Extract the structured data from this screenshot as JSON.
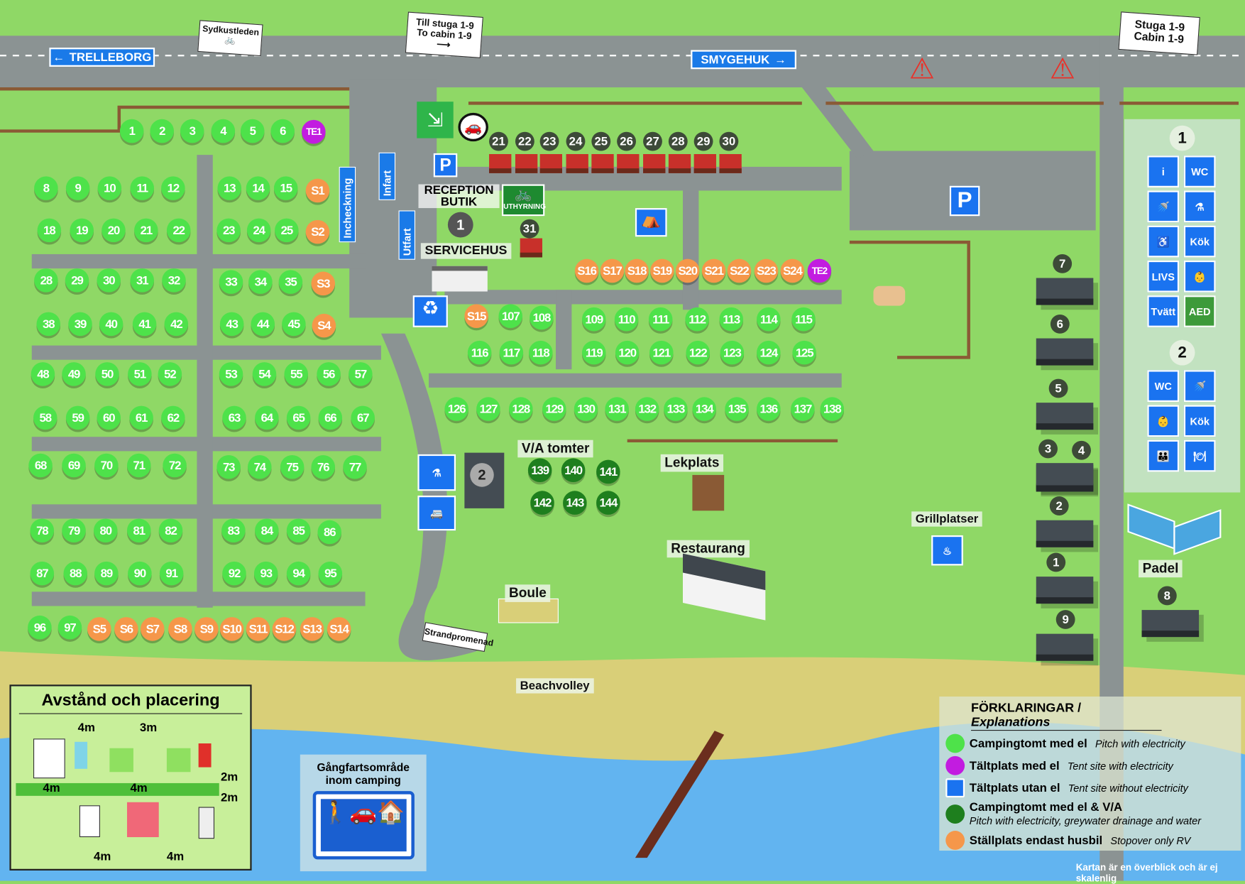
{
  "road_signs": {
    "trelleborg": "TRELLEBORG",
    "smygehuk": "SMYGEHUK",
    "sydkustleden": "Sydkustleden",
    "till_stuga_1": "Till stuga 1-9",
    "till_stuga_2": "To cabin 1-9",
    "stuga_1": "Stuga 1-9",
    "stuga_2": "Cabin 1-9",
    "strandpromenad": "Strandpromenad"
  },
  "labels": {
    "reception": "RECEPTION",
    "butik": "BUTIK",
    "servicehus": "SERVICEHUS",
    "service1_num": "1",
    "service2_num": "2",
    "uthyrning": "UTHYRNING",
    "incheckning": "Incheckning",
    "infart": "Infart",
    "utfart": "Utfart",
    "va_tomter": "V/A tomter",
    "lekplats": "Lekplats",
    "restaurang": "Restaurang",
    "grillplatser": "Grillplatser",
    "boule": "Boule",
    "beachvolley": "Beachvolley",
    "padel": "Padel",
    "parking": "P"
  },
  "pitches": {
    "green": [
      "1",
      "2",
      "3",
      "4",
      "5",
      "6",
      "8",
      "9",
      "10",
      "11",
      "12",
      "13",
      "14",
      "15",
      "18",
      "19",
      "20",
      "21",
      "22",
      "23",
      "24",
      "25",
      "28",
      "29",
      "30",
      "31",
      "32",
      "33",
      "34",
      "35",
      "38",
      "39",
      "40",
      "41",
      "42",
      "43",
      "44",
      "45",
      "48",
      "49",
      "50",
      "51",
      "52",
      "53",
      "54",
      "55",
      "56",
      "57",
      "58",
      "59",
      "60",
      "61",
      "62",
      "63",
      "64",
      "65",
      "66",
      "67",
      "68",
      "69",
      "70",
      "71",
      "72",
      "73",
      "74",
      "75",
      "76",
      "77",
      "78",
      "79",
      "80",
      "81",
      "82",
      "83",
      "84",
      "85",
      "86",
      "87",
      "88",
      "89",
      "90",
      "91",
      "92",
      "93",
      "94",
      "95",
      "96",
      "97",
      "107",
      "108",
      "109",
      "110",
      "111",
      "112",
      "113",
      "114",
      "115",
      "116",
      "117",
      "118",
      "119",
      "120",
      "121",
      "122",
      "123",
      "124",
      "125",
      "126",
      "127",
      "128",
      "129",
      "130",
      "131",
      "132",
      "133",
      "134",
      "135",
      "136",
      "137",
      "138"
    ],
    "orange": [
      "S1",
      "S2",
      "S3",
      "S4",
      "S5",
      "S6",
      "S7",
      "S8",
      "S9",
      "S10",
      "S11",
      "S12",
      "S13",
      "S14",
      "S15",
      "S16",
      "S17",
      "S18",
      "S19",
      "S20",
      "S21",
      "S22",
      "S23",
      "S24"
    ],
    "purple": [
      "TE1",
      "TE2"
    ],
    "dark": [
      "139",
      "140",
      "141",
      "142",
      "143",
      "144"
    ]
  },
  "small_cabins": [
    "21",
    "22",
    "23",
    "24",
    "25",
    "26",
    "27",
    "28",
    "29",
    "30",
    "31"
  ],
  "stugor": [
    "1",
    "2",
    "3",
    "4",
    "5",
    "6",
    "7",
    "8",
    "9"
  ],
  "services": {
    "title1": "1",
    "title2": "2",
    "group1": [
      {
        "icon": "info-icon",
        "text": "i"
      },
      {
        "icon": "wc-icon",
        "text": "WC"
      },
      {
        "icon": "shower-icon",
        "text": "🚿"
      },
      {
        "icon": "chemical-toilet-icon",
        "text": "⚗"
      },
      {
        "icon": "accessible-icon",
        "text": "♿"
      },
      {
        "icon": "kitchen-icon",
        "text": "Kök"
      },
      {
        "icon": "grocery-icon",
        "text": "LIVS"
      },
      {
        "icon": "baby-care-icon",
        "text": "👶"
      },
      {
        "icon": "laundry-icon",
        "text": "Tvätt"
      },
      {
        "icon": "aed-icon",
        "text": "AED"
      }
    ],
    "group2": [
      {
        "icon": "wc-icon",
        "text": "WC"
      },
      {
        "icon": "shower-icon",
        "text": "🚿"
      },
      {
        "icon": "baby-care-icon",
        "text": "👶"
      },
      {
        "icon": "kitchen-icon",
        "text": "Kök"
      },
      {
        "icon": "family-shower-icon",
        "text": "👪"
      },
      {
        "icon": "dishwashing-icon",
        "text": "🍽"
      }
    ]
  },
  "legend": {
    "title": "FÖRKLARINGAR /",
    "title_en": "Explanations",
    "items": [
      {
        "sv": "Campingtomt med el",
        "en": "Pitch with electricity",
        "color": "#4ee24a"
      },
      {
        "sv": "Tältplats med el",
        "en": "Tent site with electricity",
        "color": "#c21ce0"
      },
      {
        "sv": "Tältplats utan el",
        "en": "Tent site without electricity",
        "color": "#1a73f0"
      },
      {
        "sv": "Campingtomt med el & V/A",
        "en": "Pitch with electricity, greywater drainage  and water",
        "color": "#1e7f1e"
      },
      {
        "sv": "Ställplats endast husbil",
        "en": "Stopover only RV",
        "color": "#f5974a"
      }
    ]
  },
  "distance_box": {
    "title": "Avstånd och placering",
    "d1": "4m",
    "d2": "3m",
    "d3": "4m",
    "d4": "4m",
    "d5": "2m",
    "d6": "2m",
    "d7": "4m",
    "d8": "4m"
  },
  "speed_zone": {
    "title1": "Gångfartsområde",
    "title2": "inom camping"
  },
  "footnote": "Kartan är en överblick och är ej skalenlig"
}
